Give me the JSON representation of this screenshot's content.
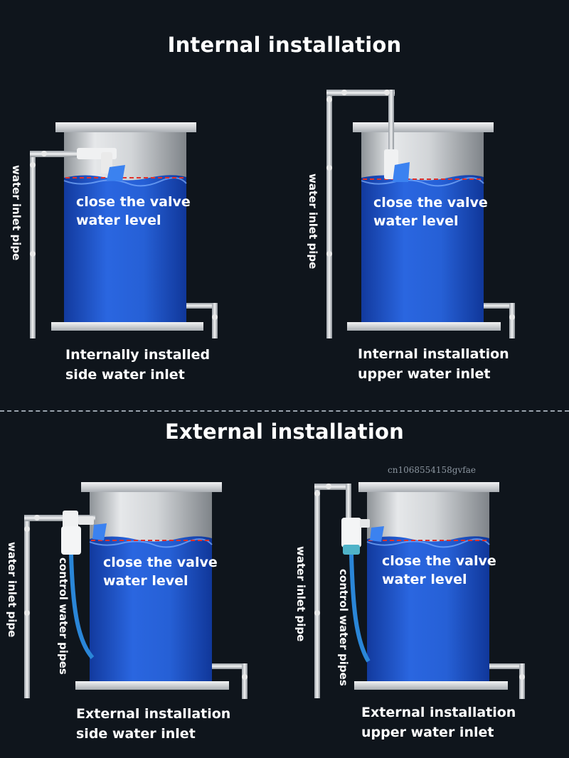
{
  "sections": {
    "internal_title": "Internal installation",
    "external_title": "External installation"
  },
  "panels": [
    {
      "id": "internal-side",
      "tank_label_line1": "close the valve",
      "tank_label_line2": "water level",
      "caption_line1": "Internally installed",
      "caption_line2": "side water inlet",
      "pipe_label": "water inlet pipe"
    },
    {
      "id": "internal-upper",
      "tank_label_line1": "close the valve",
      "tank_label_line2": "water level",
      "caption_line1": "Internal installation",
      "caption_line2": "upper water inlet",
      "pipe_label": "water inlet pipe"
    },
    {
      "id": "external-side",
      "tank_label_line1": "close the valve",
      "tank_label_line2": "water level",
      "caption_line1": "External installation",
      "caption_line2": "side water inlet",
      "pipe_label": "water inlet pipe",
      "control_label": "control water pipes"
    },
    {
      "id": "external-upper",
      "tank_label_line1": "close the valve",
      "tank_label_line2": "water level",
      "caption_line1": "External installation",
      "caption_line2": "upper water inlet",
      "pipe_label": "water inlet pipe",
      "control_label": "control water pipes"
    }
  ],
  "watermark": "cn1068554158gvfae",
  "colors": {
    "background": "#0f151c",
    "water": "#1f57d0",
    "water_light": "#4a86ee",
    "tank_steel": "#c9ccd0",
    "level_line": "#e0322b",
    "control_hose": "#2a86d8"
  }
}
